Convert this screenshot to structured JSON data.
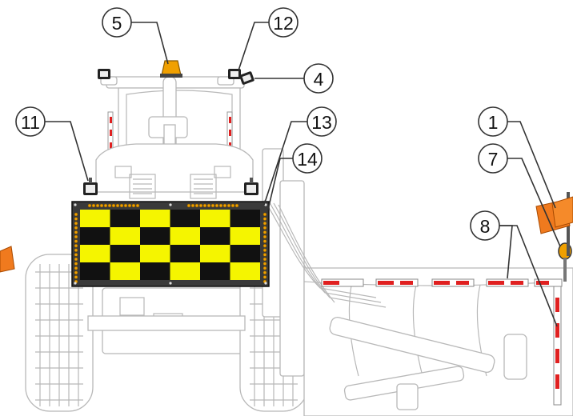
{
  "figure": {
    "callouts": [
      {
        "id": "c1",
        "label": "1"
      },
      {
        "id": "c4",
        "label": "4"
      },
      {
        "id": "c5",
        "label": "5"
      },
      {
        "id": "c7",
        "label": "7"
      },
      {
        "id": "c8",
        "label": "8"
      },
      {
        "id": "c11",
        "label": "11"
      },
      {
        "id": "c12",
        "label": "12"
      },
      {
        "id": "c13",
        "label": "13"
      },
      {
        "id": "c14",
        "label": "14"
      }
    ],
    "colors": {
      "checker_yellow": "#f5f500",
      "checker_black": "#111111",
      "amber": "#f0a000",
      "orange_flag": "#f07a1e",
      "reflector_red": "#e02020",
      "outline_gray": "#b8b8b8",
      "leader_line": "#333333"
    },
    "checker_board": {
      "columns": 6,
      "rows": 4,
      "pattern": [
        [
          "yellow",
          "black",
          "yellow",
          "black",
          "yellow",
          "black"
        ],
        [
          "black",
          "yellow",
          "black",
          "yellow",
          "black",
          "yellow"
        ],
        [
          "yellow",
          "black",
          "yellow",
          "black",
          "yellow",
          "black"
        ],
        [
          "black",
          "yellow",
          "black",
          "yellow",
          "black",
          "yellow"
        ]
      ]
    },
    "icons": [
      "amber-beacon-icon",
      "work-light-icon",
      "warning-flag-icon",
      "reflective-strip-icon",
      "marker-light-icon",
      "led-strip-icon"
    ]
  }
}
